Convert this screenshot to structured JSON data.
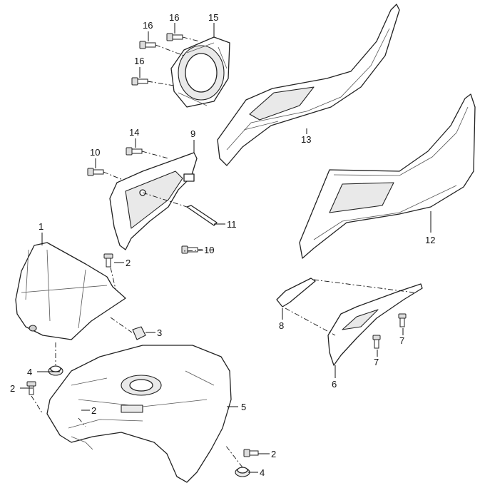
{
  "callouts": {
    "c1": "1",
    "c2a": "2",
    "c2b": "2",
    "c2c": "2",
    "c2d": "2",
    "c3": "3",
    "c4a": "4",
    "c4b": "4",
    "c5": "5",
    "c6": "6",
    "c7a": "7",
    "c7b": "7",
    "c8": "8",
    "c9": "9",
    "c10a": "10",
    "c10b": "10",
    "c11": "11",
    "c12": "12",
    "c13": "13",
    "c14": "14",
    "c15": "15",
    "c16a": "16",
    "c16b": "16",
    "c16c": "16"
  },
  "colors": {
    "line": "#222222",
    "fill": "#ffffff",
    "shade": "#e9e9e9"
  }
}
